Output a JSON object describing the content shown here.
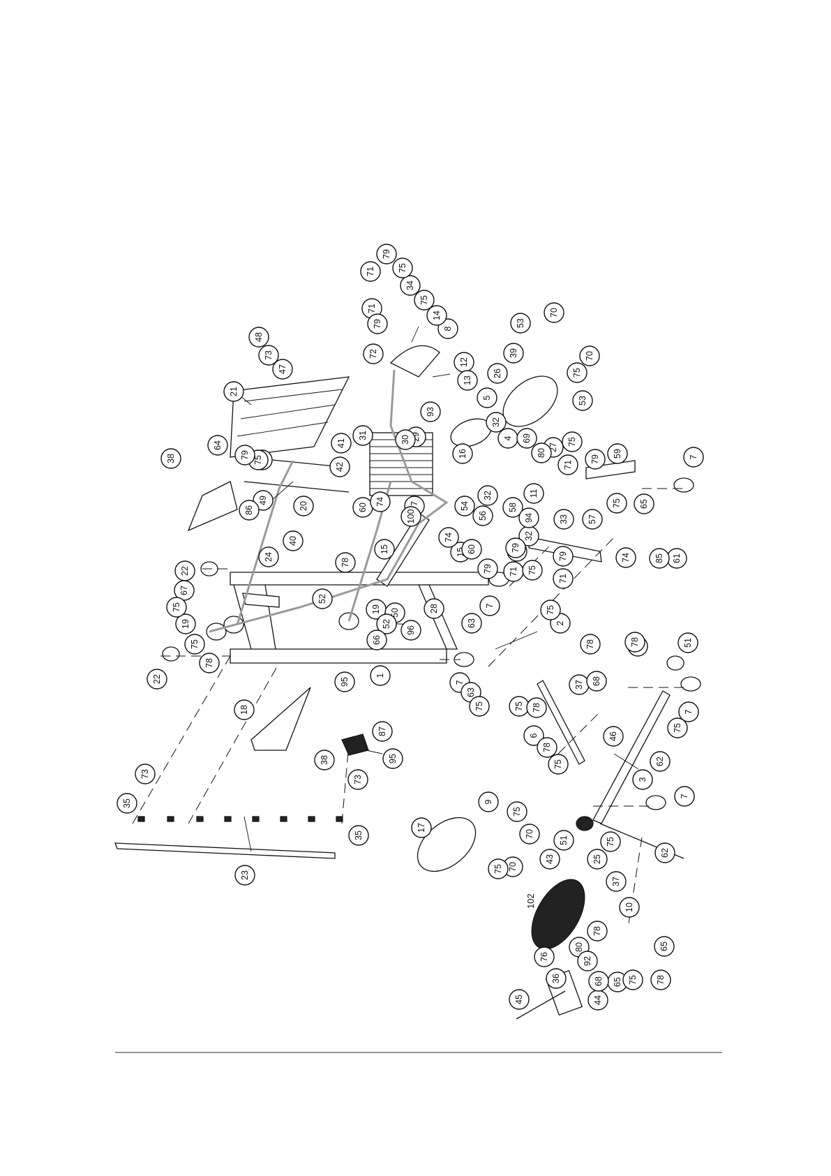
{
  "diagram": {
    "type": "exploded-parts-view",
    "part_numbers": [
      "1",
      "2",
      "3",
      "4",
      "5",
      "6",
      "7",
      "8",
      "9",
      "10",
      "11",
      "12",
      "13",
      "14",
      "15",
      "16",
      "17",
      "18",
      "19",
      "20",
      "21",
      "22",
      "23",
      "24",
      "25",
      "26",
      "27",
      "28",
      "29",
      "30",
      "31",
      "32",
      "33",
      "34",
      "35",
      "36",
      "37",
      "38",
      "39",
      "40",
      "41",
      "42",
      "43",
      "44",
      "45",
      "46",
      "47",
      "48",
      "49",
      "50",
      "51",
      "52",
      "53",
      "54",
      "56",
      "57",
      "58",
      "59",
      "60",
      "61",
      "62",
      "63",
      "64",
      "65",
      "66",
      "67",
      "68",
      "69",
      "70",
      "71",
      "72",
      "73",
      "74",
      "75",
      "76",
      "77",
      "78",
      "79",
      "80",
      "85",
      "86",
      "87",
      "92",
      "93",
      "94",
      "95",
      "96",
      "100",
      "102"
    ],
    "unlabeled_callout": "102",
    "colors": {
      "line": "#111111",
      "cable": "#9a9a9a",
      "fill": "#ffffff",
      "dark_part": "#222222"
    }
  }
}
